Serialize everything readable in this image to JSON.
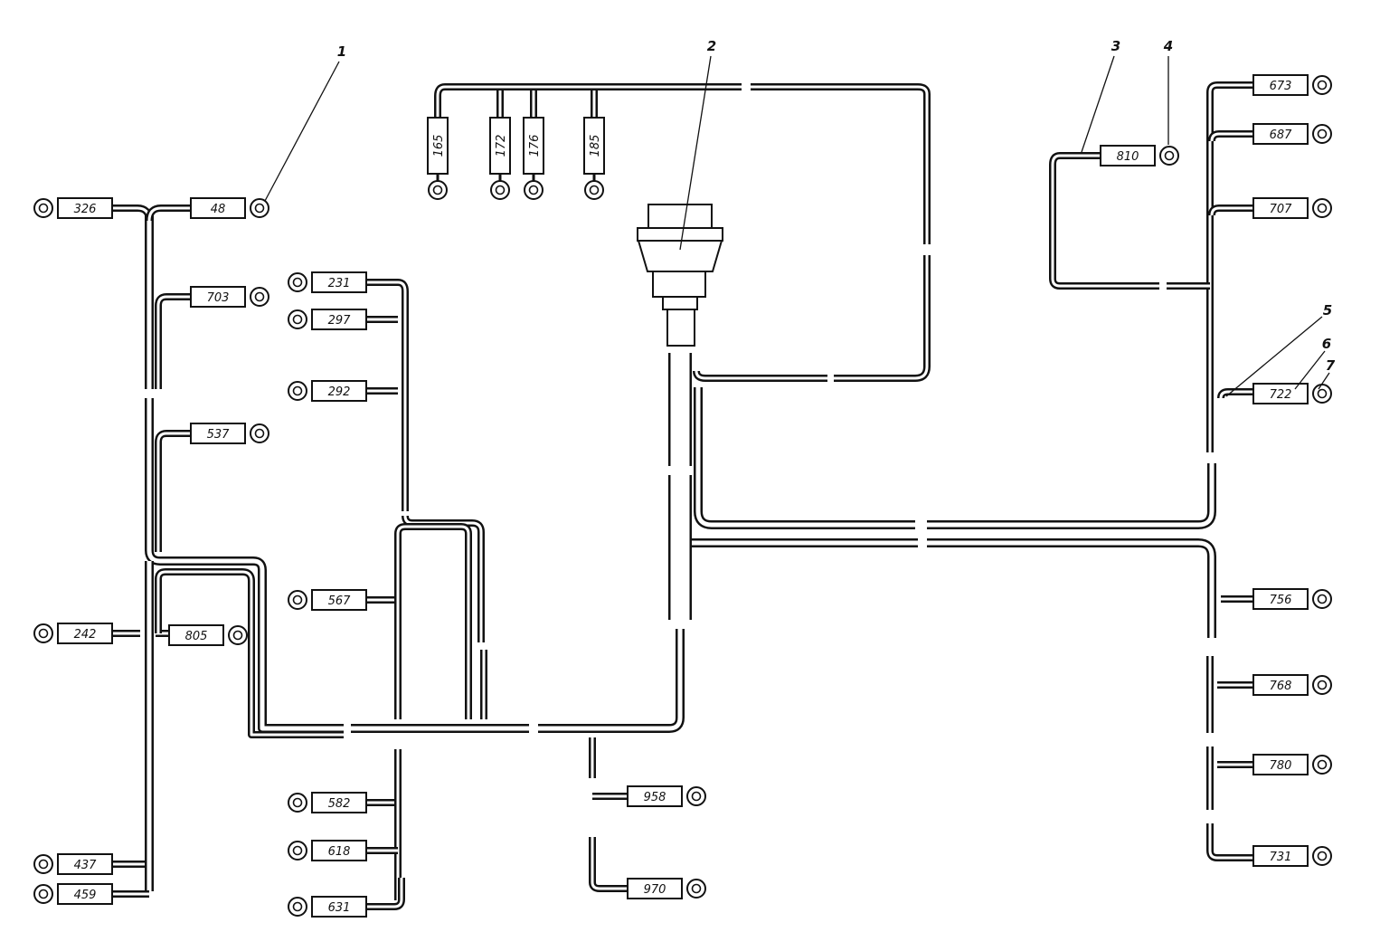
{
  "colors": {
    "ink": "#111111",
    "paper": "#ffffff"
  },
  "connector_label": "2",
  "callouts": [
    "1",
    "2",
    "3",
    "4",
    "5",
    "6",
    "7"
  ],
  "terminals": {
    "t48": "48",
    "t326": "326",
    "t703": "703",
    "t537": "537",
    "t242": "242",
    "t805": "805",
    "t437": "437",
    "t459": "459",
    "t231": "231",
    "t297": "297",
    "t292": "292",
    "t567": "567",
    "t582": "582",
    "t618": "618",
    "t631": "631",
    "t165": "165",
    "t172": "172",
    "t176": "176",
    "t185": "185",
    "t958": "958",
    "t970": "970",
    "t810": "810",
    "t673": "673",
    "t687": "687",
    "t707": "707",
    "t722": "722",
    "t756": "756",
    "t768": "768",
    "t780": "780",
    "t731": "731"
  }
}
